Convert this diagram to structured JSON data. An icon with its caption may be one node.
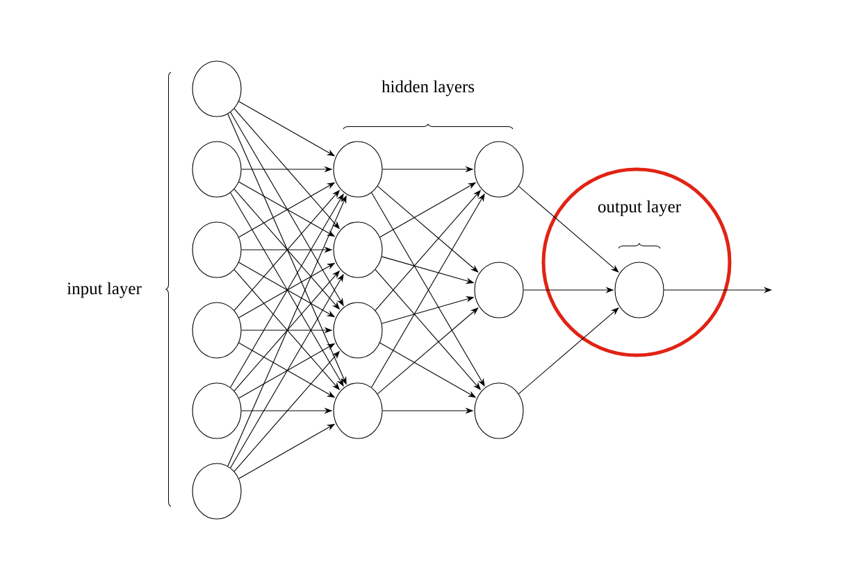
{
  "diagram": {
    "nodes": [
      {
        "text": [],
        "shape": "circle"
      },
      {
        "text": [],
        "shape": "circle"
      },
      {
        "text": [],
        "shape": "circle"
      },
      {
        "text": [],
        "shape": "circle"
      },
      {
        "text": [],
        "shape": "circle"
      },
      {
        "text": [],
        "shape": "circle"
      },
      {
        "text": [],
        "shape": "circle"
      },
      {
        "text": [],
        "shape": "circle"
      },
      {
        "text": [],
        "shape": "circle"
      },
      {
        "text": [],
        "shape": "circle"
      },
      {
        "text": [],
        "shape": "circle"
      },
      {
        "text": [],
        "shape": "circle"
      },
      {
        "text": [],
        "shape": "circle"
      },
      {
        "text": [
          "output layer"
        ]
      },
      {
        "text": [],
        "shape": "circle",
        "in": 13
      }
    ],
    "edges": [
      {
        "from": 0,
        "to": 6,
        "arrow": "to"
      },
      {
        "from": 0,
        "to": 7,
        "arrow": "to"
      },
      {
        "from": 0,
        "to": 8,
        "arrow": "to"
      },
      {
        "from": 0,
        "to": 9,
        "arrow": "to"
      },
      {
        "from": 1,
        "to": 6,
        "arrow": "to"
      },
      {
        "from": 1,
        "to": 7,
        "arrow": "to"
      },
      {
        "from": 1,
        "to": 8,
        "arrow": "to"
      },
      {
        "from": 1,
        "to": 9,
        "arrow": "to"
      },
      {
        "from": 2,
        "to": 6,
        "arrow": "to"
      },
      {
        "from": 2,
        "to": 7,
        "arrow": "to"
      },
      {
        "from": 2,
        "to": 8,
        "arrow": "to"
      },
      {
        "from": 2,
        "to": 9,
        "arrow": "to"
      },
      {
        "from": 3,
        "to": 6,
        "arrow": "to"
      },
      {
        "from": 3,
        "to": 7,
        "arrow": "to"
      },
      {
        "from": 3,
        "to": 8,
        "arrow": "to"
      },
      {
        "from": 3,
        "to": 9,
        "arrow": "to"
      },
      {
        "from": 4,
        "to": 6,
        "arrow": "to"
      },
      {
        "from": 4,
        "to": 7,
        "arrow": "to"
      },
      {
        "from": 4,
        "to": 8,
        "arrow": "to"
      },
      {
        "from": 4,
        "to": 9,
        "arrow": "to"
      },
      {
        "from": 5,
        "to": 6,
        "arrow": "to"
      },
      {
        "from": 5,
        "to": 7,
        "arrow": "to"
      },
      {
        "from": 5,
        "to": 8,
        "arrow": "to"
      },
      {
        "from": 5,
        "to": 9,
        "arrow": "to"
      },
      {
        "from": 6,
        "to": 10,
        "arrow": "to"
      },
      {
        "from": 6,
        "to": 11,
        "arrow": "to"
      },
      {
        "from": 6,
        "to": 12,
        "arrow": "to"
      },
      {
        "from": 7,
        "to": 10,
        "arrow": "to"
      },
      {
        "from": 7,
        "to": 11,
        "arrow": "to"
      },
      {
        "from": 7,
        "to": 12,
        "arrow": "to"
      },
      {
        "from": 8,
        "to": 10,
        "arrow": "to"
      },
      {
        "from": 8,
        "to": 11,
        "arrow": "to"
      },
      {
        "from": 8,
        "to": 12,
        "arrow": "to"
      },
      {
        "from": 9,
        "to": 10,
        "arrow": "to"
      },
      {
        "from": 9,
        "to": 11,
        "arrow": "to"
      },
      {
        "from": 9,
        "to": 12,
        "arrow": "to"
      },
      {
        "from": 10,
        "to": 14,
        "arrow": "to"
      },
      {
        "from": 11,
        "to": 14,
        "arrow": "to"
      },
      {
        "from": 12,
        "to": 14,
        "arrow": "to"
      },
      {
        "from": 14,
        "to": null,
        "arrow": "to"
      }
    ],
    "labels": [
      "input layer",
      "hidden layers"
    ]
  }
}
